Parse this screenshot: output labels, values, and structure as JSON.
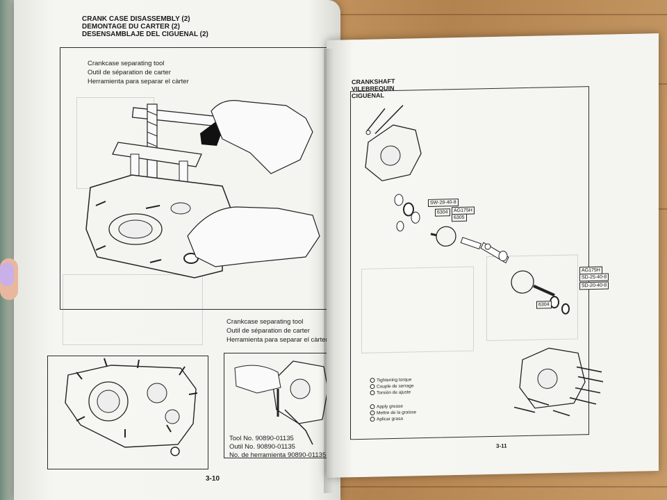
{
  "left_page": {
    "title_lines": [
      "CRANK CASE DISASSEMBLY (2)",
      "DEMONTAGE DU CARTER (2)",
      "DESENSAMBLAJE DEL CIGUENAL (2)"
    ],
    "tool_caption_top": [
      "Crankcase separating tool",
      "Outil de séparation de carter",
      "Herramienta para separar el càrter"
    ],
    "tool_caption_bottom": [
      "Crankcase separating tool",
      "Outil de séparation de carter",
      "Herramienta para separar el càrter"
    ],
    "tool_numbers": [
      "Tool No. 90890-01135",
      "Outil No. 90890-01135",
      "No. de herramienta 90890-01135"
    ],
    "page_number": "3-10"
  },
  "right_page": {
    "title_lines": [
      "CRANKSHAFT",
      "VILEBREQUIN",
      "CIGUENAL"
    ],
    "part_labels": [
      "SW-28-40-8",
      "6304",
      "AG175H",
      "6305",
      "AG175H",
      "SD-25-40-8",
      "SD-20-40-8",
      "6304"
    ],
    "legend_torque": [
      "Tightening torque",
      "Couple de serrage",
      "Torsión de ajuste"
    ],
    "legend_grease": [
      "Apply grease",
      "Mettre de la graisse",
      "Aplicar grasa"
    ],
    "page_number": "3-11"
  },
  "colors": {
    "paper": "#f4f4f0",
    "ink": "#1a1a1a",
    "wood": "#c0905a",
    "nail_polish": "#c9b0e8"
  }
}
